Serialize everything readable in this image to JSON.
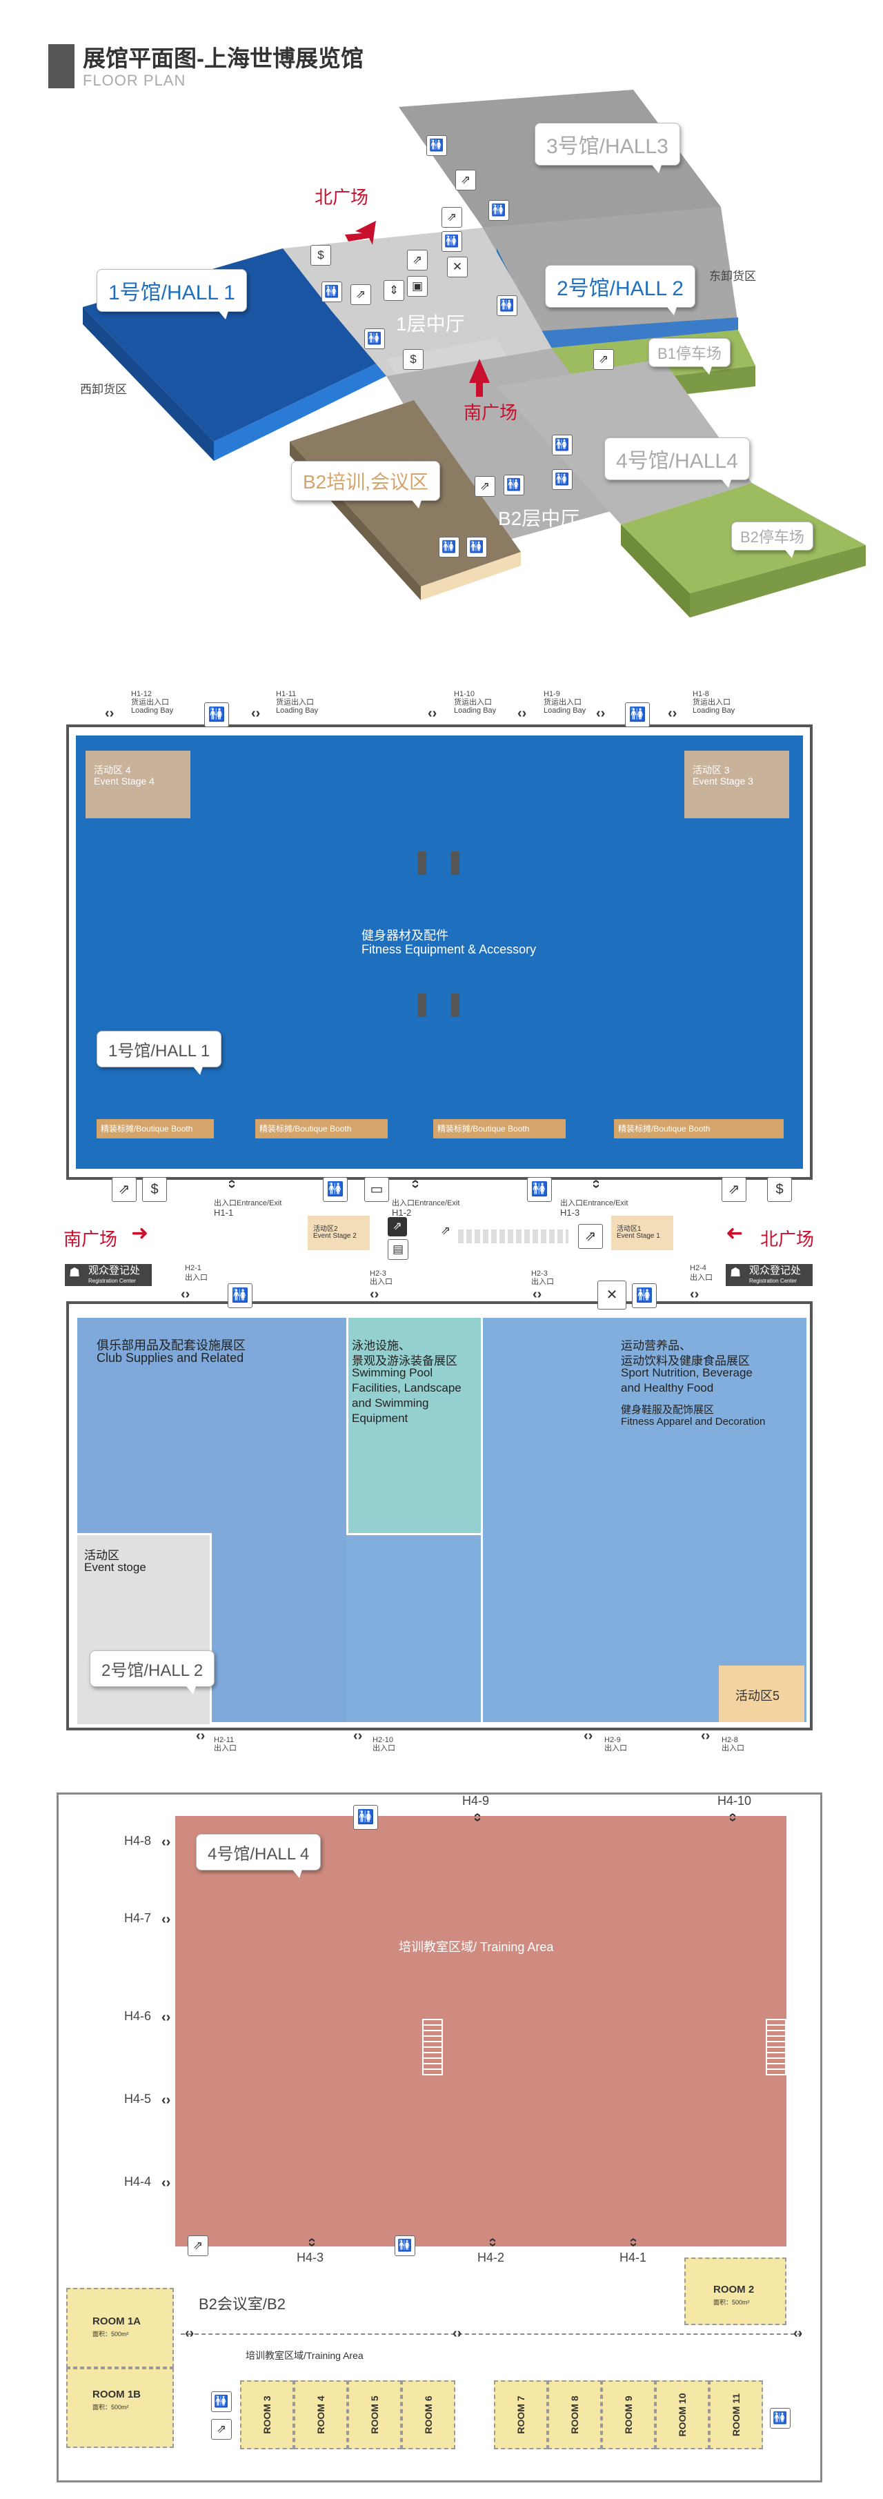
{
  "header": {
    "title": "展馆平面图-上海世博展览馆",
    "subtitle": "FLOOR PLAN"
  },
  "overview": {
    "hall1": "1号馆/HALL 1",
    "hall2": "2号馆/HALL 2",
    "hall3": "3号馆/HALL3",
    "hall4": "4号馆/HALL4",
    "b2_training": "B2培训,会议区",
    "floor1_hall": "1层中厅",
    "b2_hall": "B2层中厅",
    "b1_parking": "B1停车场",
    "b2_parking": "B2停车场",
    "north_plaza": "北广场",
    "south_plaza": "南广场",
    "east_unloading": "东卸货区",
    "west_unloading": "西卸货区"
  },
  "hall1": {
    "callout": "1号馆/HALL 1",
    "stage4_cn": "活动区 4",
    "stage4_en": "Event Stage 4",
    "stage3_cn": "活动区 3",
    "stage3_en": "Event Stage 3",
    "center_cn": "健身器材及配件",
    "center_en": "Fitness Equipment & Accessory",
    "booths": [
      "精装标摊/Boutique Booth",
      "精装标摊/Boutique Booth",
      "精装标摊/Boutique Booth",
      "精装标摊/Boutique Booth"
    ],
    "top_gates": [
      {
        "code": "H1-12",
        "cn": "货运出入口",
        "en": "Loading Bay"
      },
      {
        "code": "H1-11",
        "cn": "货运出入口",
        "en": "Loading Bay"
      },
      {
        "code": "H1-10",
        "cn": "货运出入口",
        "en": "Loading Bay"
      },
      {
        "code": "H1-9",
        "cn": "货运出入口",
        "en": "Loading Bay"
      },
      {
        "code": "H1-8",
        "cn": "货运出入口",
        "en": "Loading Bay"
      }
    ],
    "bottom_gates": [
      {
        "label": "出入口Entrance/Exit",
        "code": "H1-1"
      },
      {
        "label": "出入口Entrance/Exit",
        "code": "H1-2"
      },
      {
        "label": "出入口Entrance/Exit",
        "code": "H1-3"
      }
    ]
  },
  "corridor": {
    "south": "南广场",
    "north": "北广场",
    "stage2_cn": "活动区2",
    "stage2_en": "Event Stage 2",
    "stage1_cn": "活动区1",
    "stage1_en": "Event Stage 1",
    "reg_cn": "观众登记处",
    "reg_en": "Registration Center"
  },
  "hall2": {
    "callout": "2号馆/HALL 2",
    "top_gates": [
      {
        "code": "H2-1",
        "cn": "出入口"
      },
      {
        "code": "H2-3",
        "cn": "出入口"
      },
      {
        "code": "H2-3",
        "cn": "出入口"
      },
      {
        "code": "H2-4",
        "cn": "出入口"
      }
    ],
    "bottom_gates": [
      {
        "code": "H2-11",
        "cn": "出入口"
      },
      {
        "code": "H2-10",
        "cn": "出入口"
      },
      {
        "code": "H2-9",
        "cn": "出入口"
      },
      {
        "code": "H2-8",
        "cn": "出入口"
      }
    ],
    "club_cn": "俱乐部用品及配套设施展区",
    "club_en": "Club Supplies and Related",
    "pool_cn1": "泳池设施、",
    "pool_cn2": "景观及游泳装备展区",
    "pool_en1": "Swimming Pool",
    "pool_en2": "Facilities, Landscape",
    "pool_en3": "and Swimming",
    "pool_en4": "Equipment",
    "sport_cn1": "运动营养品、",
    "sport_cn2": "运动饮料及健康食品展区",
    "sport_en1": "Sport Nutrition, Beverage",
    "sport_en2": "and Healthy Food",
    "apparel_cn": "健身鞋服及配饰展区",
    "apparel_en": "Fitness Apparel and Decoration",
    "event_cn": "活动区",
    "event_en": "Event stoge",
    "stage5": "活动区5"
  },
  "hall4": {
    "callout": "4号馆/HALL 4",
    "training": "培训教室区域/ Training Area",
    "b2_meeting": "B2会议室/B2",
    "b2_training": "培训教室区域/Training Area",
    "gates_left": [
      "H4-8",
      "H4-7",
      "H4-6",
      "H4-5",
      "H4-4"
    ],
    "gates_top": [
      "H4-9",
      "H4-10"
    ],
    "gates_bottom": [
      "H4-3",
      "H4-2",
      "H4-1"
    ],
    "room1a": "ROOM 1A",
    "room1a_area": "面积：500m²",
    "room1b": "ROOM 1B",
    "room1b_area": "面积：500m²",
    "room2": "ROOM 2",
    "room2_area": "面积：500m²",
    "rooms": [
      "ROOM 3",
      "ROOM 4",
      "ROOM 5",
      "ROOM 6",
      "ROOM 7",
      "ROOM 8",
      "ROOM 9",
      "ROOM 10",
      "ROOM 11"
    ]
  },
  "colors": {
    "hall1_blue": "#1f6fbf",
    "hall2_blue": "#7aa8dc",
    "hall2_lightblue": "#82aedd",
    "pool_teal": "#93d0cf",
    "stage_tan": "#c9b29a",
    "hall4_pink": "#cf8b80",
    "room_yellow": "#f5e7a6",
    "accent_red": "#c8102e",
    "green": "#9dbb5f",
    "gray": "#9c9c9c",
    "brown": "#8c7b63"
  }
}
